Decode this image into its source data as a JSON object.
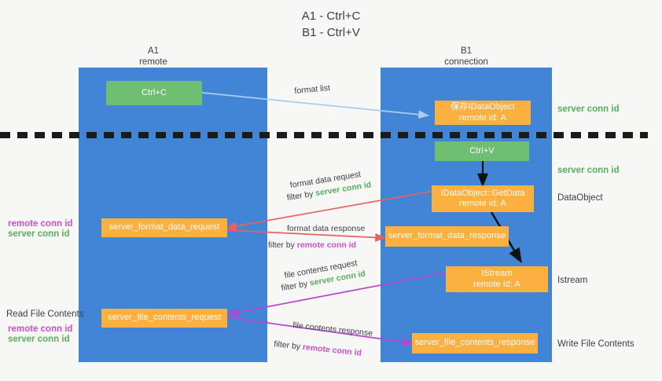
{
  "title": {
    "line1": "A1 - Ctrl+C",
    "line2": "B1 - Ctrl+V"
  },
  "columns": [
    {
      "name": "A1",
      "role": "remote"
    },
    {
      "name": "B1",
      "role": "connection"
    }
  ],
  "colors": {
    "lane": "#4285d6",
    "green_box": "#6fbf73",
    "orange_box": "#fbb040",
    "server_conn_id": "#55b05a",
    "remote_conn_id": "#cc4fd0",
    "blue_arrow": "#a9cdf0",
    "red_arrow": "#e8625f",
    "purple_arrow": "#b845d0",
    "black_arrow": "#101010",
    "background": "#f7f7f6"
  },
  "boxes": {
    "ctrl_c": {
      "line1": "Ctrl+C"
    },
    "ctrl_v": {
      "line1": "Ctrl+V"
    },
    "idataobject": {
      "line1": "保存IDataObject",
      "line2": "remote id: A"
    },
    "getdata": {
      "line1": "IDataObject::GetData",
      "line2": "remote id: A"
    },
    "istream": {
      "line1": "IStream",
      "line2": "remote id: A"
    },
    "format_data_request": {
      "line1": "server_format_data_request"
    },
    "format_data_response": {
      "line1": "server_format_data_response"
    },
    "file_contents_request": {
      "line1": "server_file_contents_request"
    },
    "file_contents_response": {
      "line1": "server_file_contents_response"
    }
  },
  "edges": {
    "format_list": "format list",
    "format_data_request": {
      "line1": "format data request",
      "filter_prefix": "filter by ",
      "filter_value": "server conn id"
    },
    "format_data_response": {
      "line1": "format data response",
      "filter_prefix": "filter by ",
      "filter_value": "remote conn id"
    },
    "file_contents_request": {
      "line1": "file contents request",
      "filter_prefix": "filter by ",
      "filter_value": "server conn id"
    },
    "file_contents_response": {
      "line1": "file contents response",
      "filter_prefix": "filter by ",
      "filter_value": "remote conn id"
    }
  },
  "annotations": {
    "right_server_conn_1": "server conn id",
    "right_server_conn_2": "server conn id",
    "right_dataobject": "DataObject",
    "right_istream": "Istream",
    "right_write_file_contents": "Write File Contents",
    "left_remote_conn_1": "remote conn id",
    "left_server_conn_1": "server conn id",
    "left_read_file_contents": "Read File Contents",
    "left_remote_conn_2": "remote conn id",
    "left_server_conn_2": "server conn id"
  }
}
